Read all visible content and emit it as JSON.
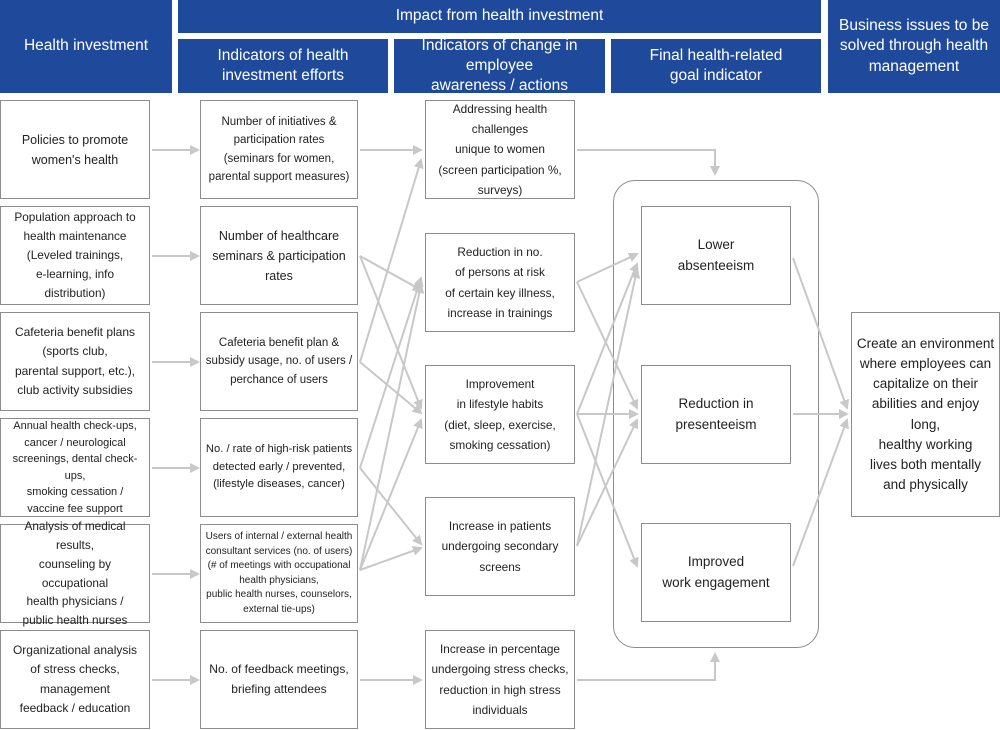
{
  "headers": {
    "health_investment": "Health investment",
    "impact": "Impact from health investment",
    "business_issues": "Business issues to be\nsolved through health\nmanagement",
    "efforts": "Indicators of health\ninvestment efforts",
    "awareness": "Indicators of change in employee\nawareness / actions",
    "final_goal": "Final health-related\ngoal indicator"
  },
  "investments": [
    "Policies to promote\nwomen's health",
    "Population approach to\nhealth maintenance\n(Leveled trainings,\ne-learning, info distribution)",
    "Cafeteria benefit plans\n(sports club,\nparental support, etc.),\nclub activity subsidies",
    "Annual health check-ups,\ncancer  /  neurological\nscreenings, dental check-ups,\nsmoking cessation /\nvaccine fee support",
    "Analysis of medical results,\ncounseling by occupational\nhealth physicians /\npublic health nurses",
    "Organizational analysis\nof stress checks,\nmanagement\nfeedback / education"
  ],
  "efforts": [
    "Number of initiatives &\nparticipation rates\n(seminars for women,\nparental support measures)",
    "Number of healthcare\nseminars & participation\nrates",
    "Cafeteria benefit plan &\nsubsidy usage, no. of users /\nperchance of users",
    "No. / rate of high-risk patients\ndetected early / prevented,\n(lifestyle diseases, cancer)",
    "Users of internal / external health\nconsultant services (no. of users)\n(# of meetings with occupational\nhealth physicians,\npublic health nurses, counselors,\nexternal tie-ups)",
    "No. of feedback meetings,\nbriefing attendees"
  ],
  "awareness": [
    "Addressing health challenges\nunique to women\n(screen participation %,\nsurveys)",
    "Reduction in no.\nof persons at risk\nof certain key illness,\nincrease in trainings",
    "Improvement\nin lifestyle habits\n(diet, sleep, exercise,\nsmoking cessation)",
    "Increase in patients\nundergoing secondary\nscreens",
    "Increase in percentage\nundergoing stress checks,\nreduction in high stress\nindividuals"
  ],
  "goals": [
    "Lower\nabsenteeism",
    "Reduction in\npresenteeism",
    "Improved\nwork engagement"
  ],
  "business_issue": "Create an environment\nwhere employees can\ncapitalize on their\nabilities and enjoy long,\nhealthy working\nlives both mentally\nand physically",
  "colors": {
    "header_bg": "#1f4a9c",
    "header_text": "#ffffff",
    "box_border": "#8c8c8c",
    "arrow": "#c8c8c8"
  }
}
